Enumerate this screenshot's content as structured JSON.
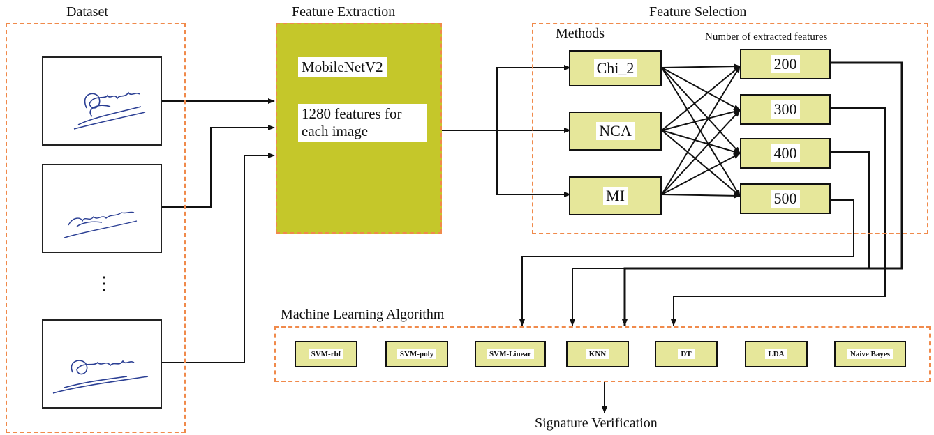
{
  "dataset": {
    "title": "Dataset",
    "ellipsis": "⋮",
    "signatures": [
      "signature-image-1",
      "signature-image-2",
      "signature-image-3"
    ]
  },
  "feature_extraction": {
    "title": "Feature Extraction",
    "model": "MobileNetV2",
    "description": "1280 features for each image",
    "fill_color": "#c5c72a"
  },
  "feature_selection": {
    "title": "Feature Selection",
    "methods_label": "Methods",
    "count_label": "Number of extracted features",
    "methods": [
      "Chi_2",
      "NCA",
      "MI"
    ],
    "counts": [
      "200",
      "300",
      "400",
      "500"
    ]
  },
  "ml": {
    "title": "Machine Learning Algorithm",
    "algorithms": [
      "SVM-rbf",
      "SVM-poly",
      "SVM-Linear",
      "KNN",
      "DT",
      "LDA",
      "Naive Bayes"
    ]
  },
  "output": {
    "label": "Signature Verification"
  },
  "colors": {
    "dashed_border": "#f08a4b",
    "box_fill": "#e6e79a",
    "line": "#111111"
  }
}
